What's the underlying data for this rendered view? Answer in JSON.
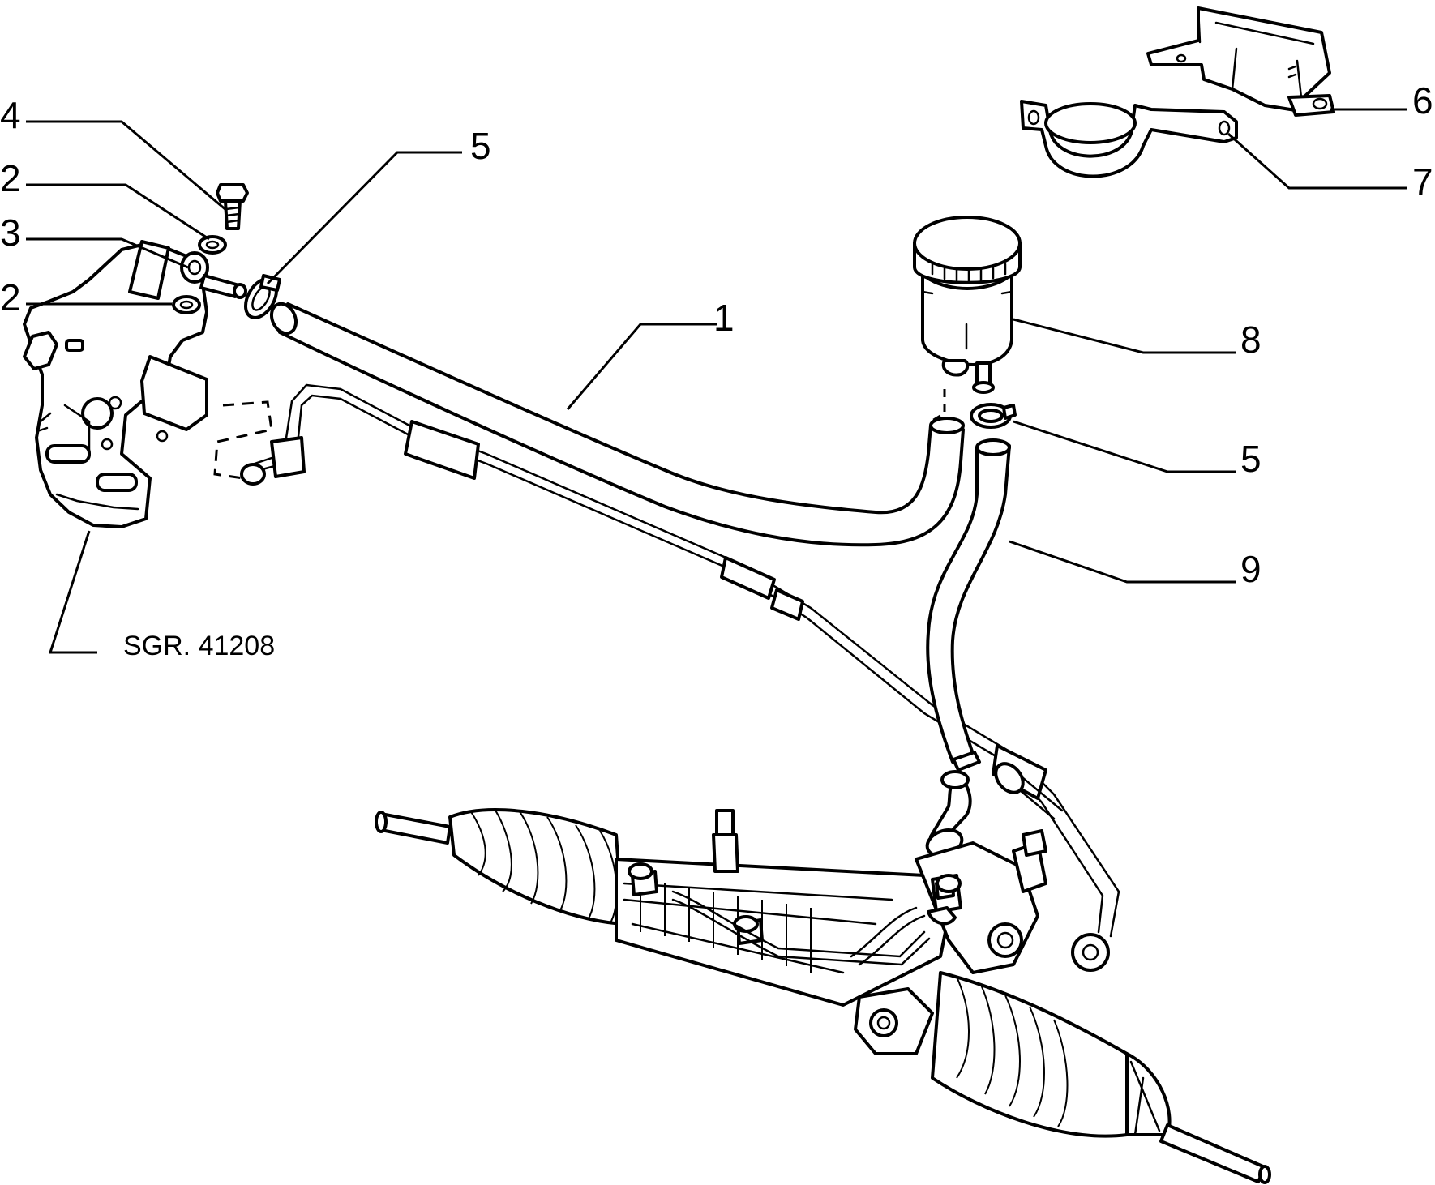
{
  "callouts": [
    {
      "id": "4",
      "label": "4"
    },
    {
      "id": "2a",
      "label": "2"
    },
    {
      "id": "3",
      "label": "3"
    },
    {
      "id": "2b",
      "label": "2"
    },
    {
      "id": "5a",
      "label": "5"
    },
    {
      "id": "1",
      "label": "1"
    },
    {
      "id": "6",
      "label": "6"
    },
    {
      "id": "7",
      "label": "7"
    },
    {
      "id": "8",
      "label": "8"
    },
    {
      "id": "5b",
      "label": "5"
    },
    {
      "id": "9",
      "label": "9"
    }
  ],
  "reference": "SGR. 41208"
}
